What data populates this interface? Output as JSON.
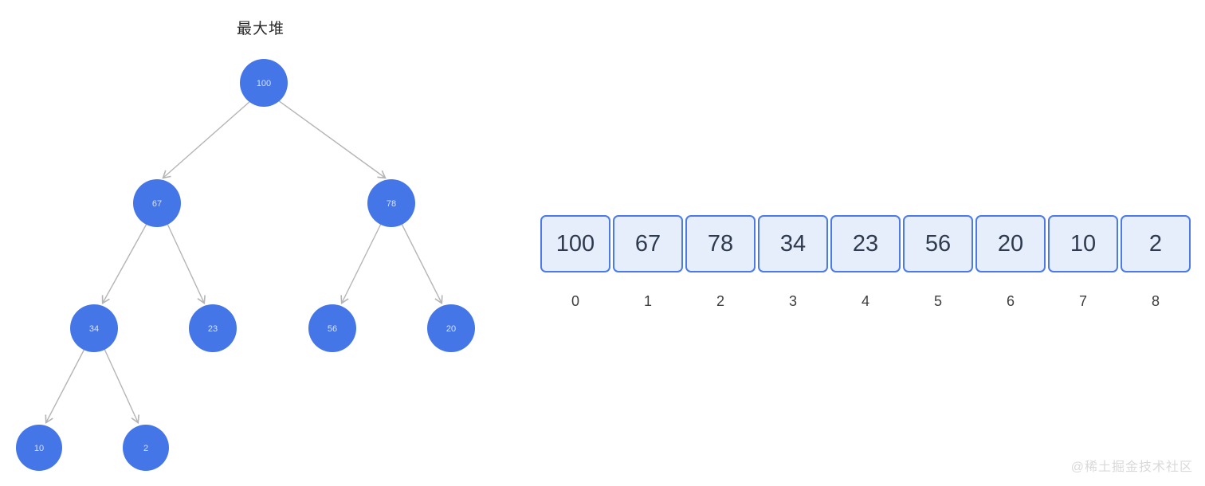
{
  "title": "最大堆",
  "watermark": "@稀土掘金技术社区",
  "colors": {
    "node_fill": "#4576e8",
    "node_text": "#d6e2f9",
    "edge": "#b5b5b5",
    "cell_fill": "#e7eefb",
    "cell_border": "#4c7be9",
    "cell_text": "#2e3a4e",
    "index_text": "#3d3d3d",
    "title_text": "#2a2a2a",
    "watermark_text": "#d9d9d9",
    "background": "#ffffff"
  },
  "tree": {
    "type": "max-heap-binary-tree",
    "nodes": [
      {
        "value": "100"
      },
      {
        "value": "67"
      },
      {
        "value": "78"
      },
      {
        "value": "34"
      },
      {
        "value": "23"
      },
      {
        "value": "56"
      },
      {
        "value": "20"
      },
      {
        "value": "10"
      },
      {
        "value": "2"
      }
    ],
    "edges": [
      {
        "from": "100",
        "to": "67"
      },
      {
        "from": "100",
        "to": "78"
      },
      {
        "from": "67",
        "to": "34"
      },
      {
        "from": "67",
        "to": "23"
      },
      {
        "from": "78",
        "to": "56"
      },
      {
        "from": "78",
        "to": "20"
      },
      {
        "from": "34",
        "to": "10"
      },
      {
        "from": "34",
        "to": "2"
      }
    ]
  },
  "array": {
    "cells": [
      {
        "value": "100",
        "index": "0"
      },
      {
        "value": "67",
        "index": "1"
      },
      {
        "value": "78",
        "index": "2"
      },
      {
        "value": "34",
        "index": "3"
      },
      {
        "value": "23",
        "index": "4"
      },
      {
        "value": "56",
        "index": "5"
      },
      {
        "value": "20",
        "index": "6"
      },
      {
        "value": "10",
        "index": "7"
      },
      {
        "value": "2",
        "index": "8"
      }
    ]
  }
}
